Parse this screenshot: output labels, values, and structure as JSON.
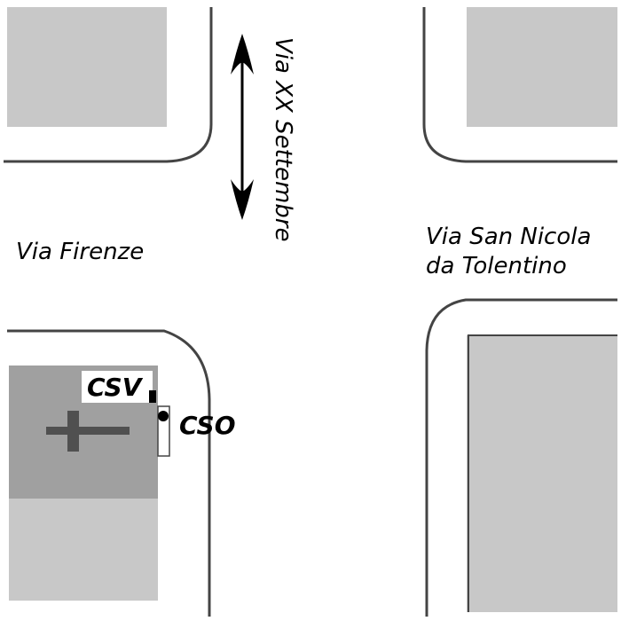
{
  "streets": {
    "north_south": "Via XX Settembre",
    "west": "Via Firenze",
    "east_line1": "Via San Nicola",
    "east_line2": "da Tolentino"
  },
  "markers": {
    "csv": "CSV",
    "cso": "CSO"
  },
  "icons": {
    "direction": "double-arrow-icon",
    "cross": "cross-icon"
  },
  "colors": {
    "block": "#c8c8c8",
    "building": "#a0a0a0",
    "curb": "#444444",
    "cross": "#505050"
  }
}
